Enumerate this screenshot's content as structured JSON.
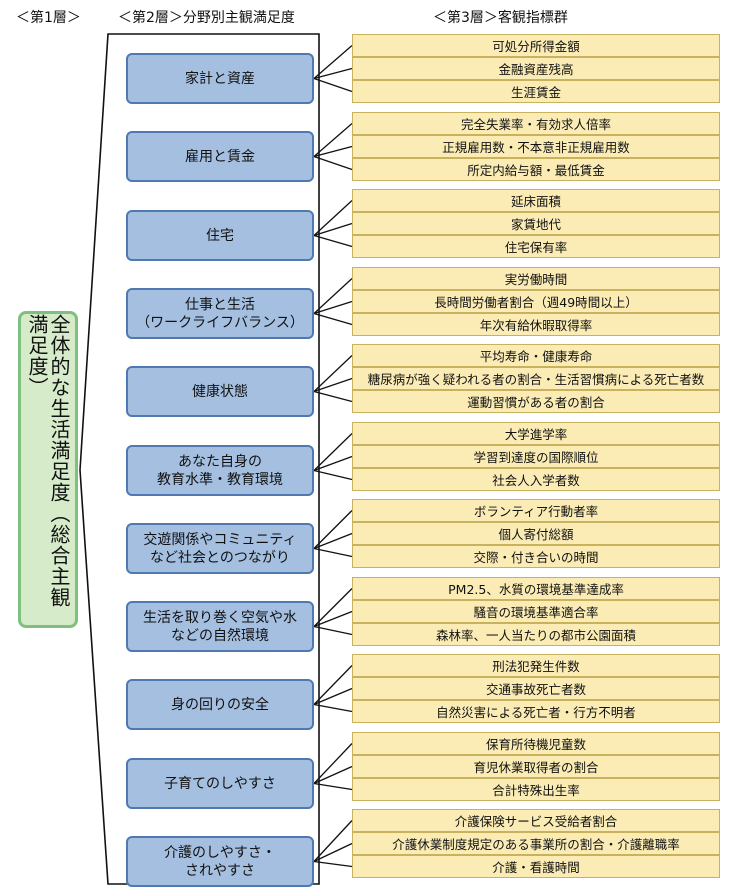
{
  "headers": {
    "layer1": "＜第1層＞",
    "layer2": "＜第2層＞分野別主観満足度",
    "layer3": "＜第3層＞客観指標群"
  },
  "overall": "全体的な生活満足度（総合主観満足度）",
  "categories": [
    {
      "label": "家計と資産",
      "indicators": [
        "可処分所得金額",
        "金融資産残高",
        "生涯賃金"
      ]
    },
    {
      "label": "雇用と賃金",
      "indicators": [
        "完全失業率・有効求人倍率",
        "正規雇用数・不本意非正規雇用数",
        "所定内給与額・最低賃金"
      ]
    },
    {
      "label": "住宅",
      "indicators": [
        "延床面積",
        "家賃地代",
        "住宅保有率"
      ]
    },
    {
      "label": "仕事と生活\n（ワークライフバランス）",
      "indicators": [
        "実労働時間",
        "長時間労働者割合（週49時間以上）",
        "年次有給休暇取得率"
      ]
    },
    {
      "label": "健康状態",
      "indicators": [
        "平均寿命・健康寿命",
        "糖尿病が強く疑われる者の割合・生活習慣病による死亡者数",
        "運動習慣がある者の割合"
      ]
    },
    {
      "label": "あなた自身の\n教育水準・教育環境",
      "indicators": [
        "大学進学率",
        "学習到達度の国際順位",
        "社会人入学者数"
      ]
    },
    {
      "label": "交遊関係やコミュニティ\nなど社会とのつながり",
      "indicators": [
        "ボランティア行動者率",
        "個人寄付総額",
        "交際・付き合いの時間"
      ]
    },
    {
      "label": "生活を取り巻く空気や水\nなどの自然環境",
      "indicators": [
        "PM2.5、水質の環境基準達成率",
        "騒音の環境基準適合率",
        "森林率、一人当たりの都市公園面積"
      ]
    },
    {
      "label": "身の回りの安全",
      "indicators": [
        "刑法犯発生件数",
        "交通事故死亡者数",
        "自然災害による死亡者・行方不明者"
      ]
    },
    {
      "label": "子育てのしやすさ",
      "indicators": [
        "保育所待機児童数",
        "育児休業取得者の割合",
        "合計特殊出生率"
      ]
    },
    {
      "label": "介護のしやすさ・\nされやすさ",
      "indicators": [
        "介護保険サービス受給者割合",
        "介護休業制度規定のある事業所の割合・介護離職率",
        "介護・看護時間"
      ]
    }
  ],
  "colors": {
    "overall_fill": "#d6ebc9",
    "overall_border": "#7fc07f",
    "category_fill": "#a5bfe0",
    "category_border": "#4f79b0",
    "indicator_fill": "#fbecb5",
    "indicator_border": "#c9b25e",
    "line": "#111111"
  }
}
